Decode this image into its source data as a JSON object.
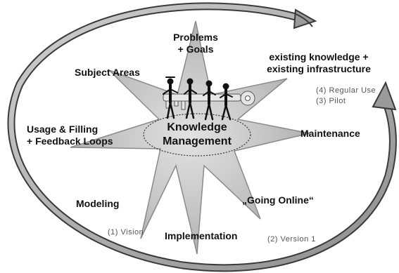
{
  "diagram": {
    "center": {
      "line1": "Knowledge",
      "line2": "Management"
    },
    "points": {
      "problems_goals": {
        "line1": "Problems",
        "line2": "+ Goals"
      },
      "existing": {
        "line1": "existing knowledge +",
        "line2": "existing infrastructure"
      },
      "subject_areas": "Subject Areas",
      "usage_filling": {
        "line1": "Usage & Filling",
        "line2": "+ Feedback Loops"
      },
      "maintenance": "Maintenance",
      "modeling": "Modeling",
      "going_online": "„Going Online“",
      "implementation": "Implementation"
    },
    "phases": {
      "vision": "(1) Vision",
      "version1": "(2) Version 1",
      "pilot": "(3) Pilot",
      "regular_use": "(4) Regular Use"
    },
    "colors": {
      "star_fill": "#c4c4c4",
      "star_stroke": "#8a8a8a",
      "arrow_fill": "#9a9a9a",
      "arrow_stroke": "#3a3a3a",
      "figure": "#111111",
      "key": "#e0e0e0"
    },
    "icons": [
      "star-shape",
      "people-carrying-key-icon",
      "cycle-arrow"
    ]
  }
}
